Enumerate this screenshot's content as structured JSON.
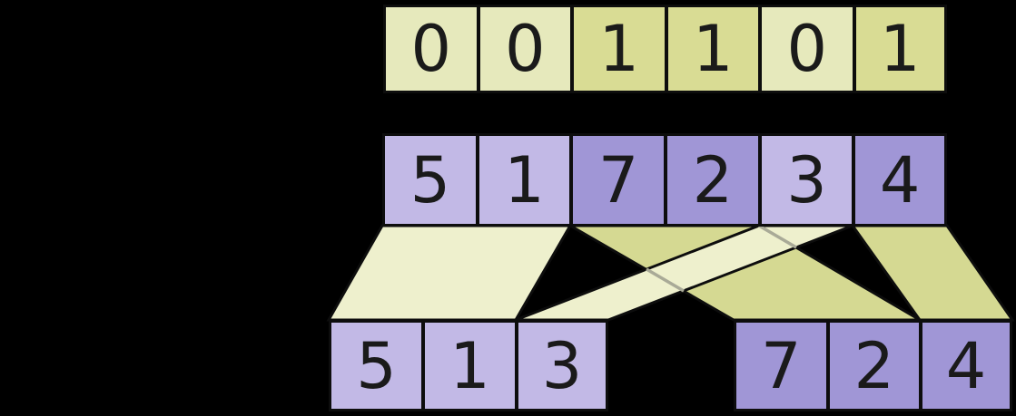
{
  "diagram": "split-values-by-flags",
  "colors": {
    "background": "#000000",
    "stroke_color": "#0d0d0d",
    "digit_color": "#1a1a1a",
    "flag_false_fill": "#e6e9bc",
    "flag_true_fill": "#d9dc94",
    "value_false_fill": "#c2b9e6",
    "value_true_fill": "#a096d6",
    "band_light_fill": "#eef0cd",
    "band_dark_fill": "#d5d992",
    "gray_line": "#a9aa97"
  },
  "flags_row": {
    "cells": [
      {
        "value": "0",
        "flag": "false"
      },
      {
        "value": "0",
        "flag": "false"
      },
      {
        "value": "1",
        "flag": "true"
      },
      {
        "value": "1",
        "flag": "true"
      },
      {
        "value": "0",
        "flag": "false"
      },
      {
        "value": "1",
        "flag": "true"
      }
    ]
  },
  "values_row": {
    "cells": [
      {
        "value": "5",
        "flag": "false"
      },
      {
        "value": "1",
        "flag": "false"
      },
      {
        "value": "7",
        "flag": "true"
      },
      {
        "value": "2",
        "flag": "true"
      },
      {
        "value": "3",
        "flag": "false"
      },
      {
        "value": "4",
        "flag": "true"
      }
    ]
  },
  "false_output_row": {
    "cells": [
      {
        "value": "5"
      },
      {
        "value": "1"
      },
      {
        "value": "3"
      }
    ]
  },
  "true_output_row": {
    "cells": [
      {
        "value": "7"
      },
      {
        "value": "2"
      },
      {
        "value": "4"
      }
    ]
  }
}
